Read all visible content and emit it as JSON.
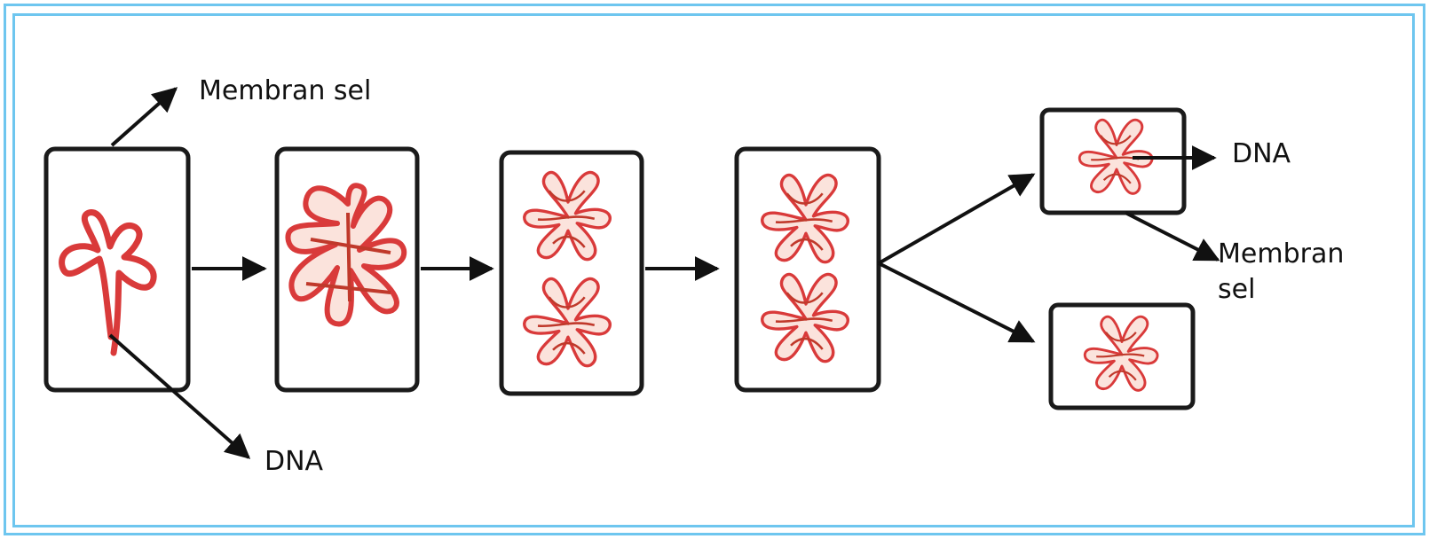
{
  "labels": {
    "membrane_top": "Membran sel",
    "dna_bottom": "DNA",
    "dna_right": "DNA",
    "membrane_right_line1": "Membran",
    "membrane_right_line2": "sel"
  },
  "colors": {
    "frame": "#6ec6ef",
    "dna": "#d93a3a",
    "cell_border": "#1a1a1a",
    "text": "#111111"
  }
}
